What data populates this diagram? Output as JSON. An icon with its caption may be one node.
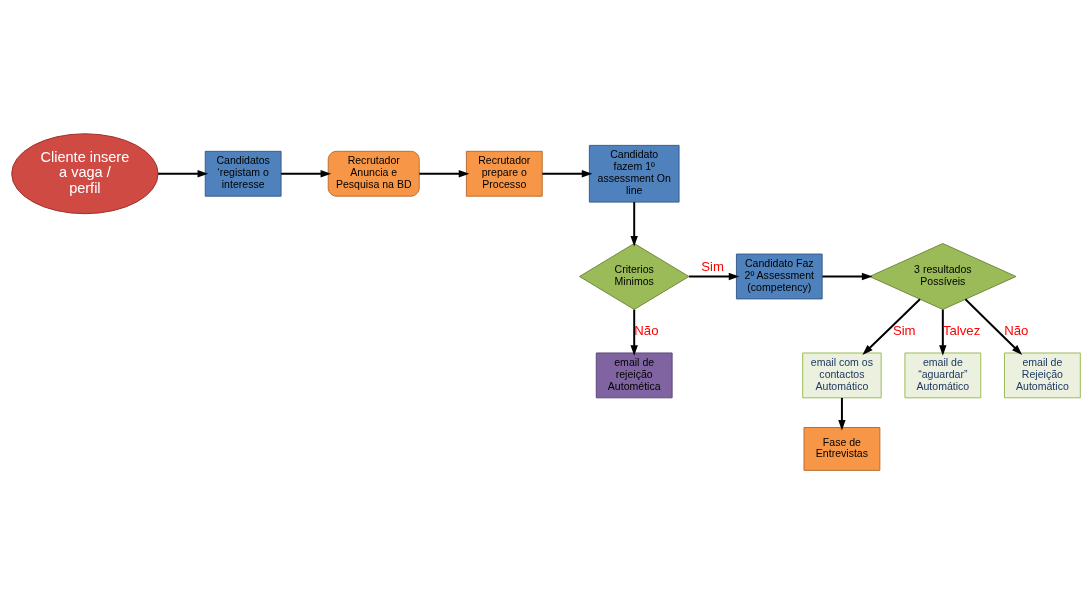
{
  "diagram": {
    "nodes": [
      {
        "text": [
          "Cliente insere a vaga / perfil"
        ]
      },
      {
        "text": [
          "Candidatos ‘registam o interesse"
        ]
      },
      {
        "text": [
          "Recrutador Anuncia e Pesquisa na BD"
        ]
      },
      {
        "text": [
          "Recrutador prepare o Processo"
        ]
      },
      {
        "text": [
          "Candidato fazem 1º assessment On line"
        ]
      },
      {
        "text": [
          "Criterios Minimos"
        ]
      },
      {
        "text": [
          "Candidato Faz 2º Assessment (competency)"
        ]
      },
      {
        "text": [
          "3 resultados Possíveis"
        ]
      },
      {
        "text": [
          "email com os contactos Automático"
        ]
      },
      {
        "text": [
          "email de “aguardar” Automático"
        ]
      },
      {
        "text": [
          "email de Rejeição Automático"
        ]
      },
      {
        "text": [
          "Fase de Entrevistas"
        ]
      },
      {
        "text": [
          "email de rejeição Automética"
        ]
      }
    ],
    "edges": [
      {
        "from": 0,
        "to": 1,
        "arrow": "to"
      },
      {
        "from": 1,
        "to": 2,
        "arrow": "to"
      },
      {
        "from": 2,
        "to": 3,
        "arrow": "to"
      },
      {
        "from": 3,
        "to": 4,
        "arrow": "to"
      },
      {
        "from": 4,
        "to": 5,
        "arrow": "to"
      },
      {
        "from": 5,
        "to": 6,
        "arrow": "to",
        "label": "Sim"
      },
      {
        "from": 5,
        "to": 12,
        "arrow": "to",
        "label": "Não"
      },
      {
        "from": 6,
        "to": 7,
        "arrow": "to"
      },
      {
        "from": 7,
        "to": 8,
        "arrow": "to",
        "label": "Sim"
      },
      {
        "from": 7,
        "to": 9,
        "arrow": "to",
        "label": "Talvez"
      },
      {
        "from": 7,
        "to": 10,
        "arrow": "to",
        "label": "Não"
      },
      {
        "from": 8,
        "to": 11,
        "arrow": "to"
      }
    ]
  }
}
